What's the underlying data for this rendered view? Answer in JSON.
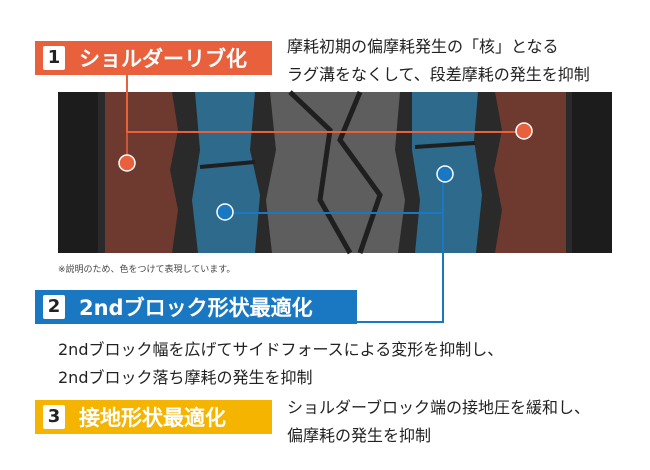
{
  "features": [
    {
      "number": "1",
      "title": "ショルダーリブ化",
      "color": "#e8603c",
      "desc": [
        "摩耗初期の偏摩耗発生の「核」となる",
        "ラグ溝をなくして、段差摩耗の発生を抑制"
      ]
    },
    {
      "number": "2",
      "title": "2ndブロック形状最適化",
      "color": "#1a78c2",
      "desc": [
        "2ndブロック幅を広げてサイドフォースによる変形を抑制し、",
        "2ndブロック落ち摩耗の発生を抑制"
      ]
    },
    {
      "number": "3",
      "title": "接地形状最適化",
      "color": "#f4b400",
      "desc": [
        "ショルダーブロック端の接地圧を緩和し、",
        "偏摩耗の発生を抑制"
      ]
    }
  ],
  "note": "※説明のため、色をつけて表現しています。"
}
